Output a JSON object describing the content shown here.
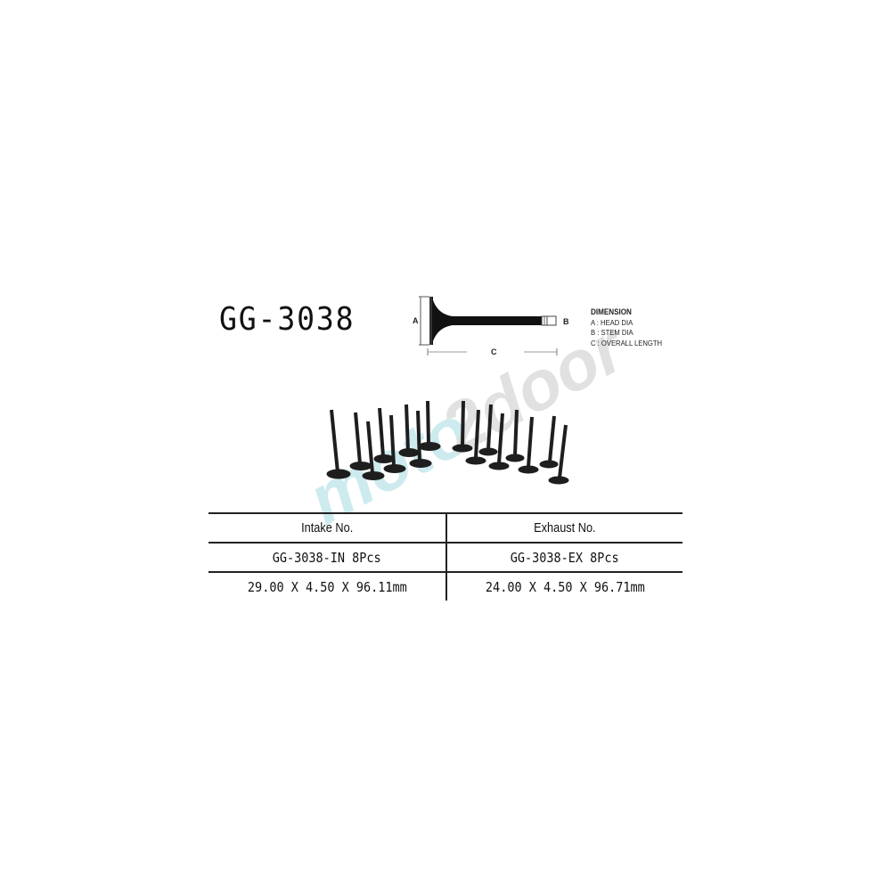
{
  "part_number": "GG-3038",
  "diagram": {
    "labels": {
      "a": "A",
      "b": "B",
      "c": "C"
    }
  },
  "dimension_legend": {
    "title": "DIMENSION",
    "items": [
      "A : HEAD DIA",
      "B : STEM DIA",
      "C : OVERALL LENGTH"
    ]
  },
  "photo": {
    "description": "valve-set-photo",
    "valve_count": 16
  },
  "watermark": {
    "text": "moto2door",
    "colors": {
      "moto": "#bfe6ea",
      "door": "#d8d8d8"
    }
  },
  "table": {
    "headers": [
      "Intake No.",
      "Exhaust No."
    ],
    "rows": [
      [
        "GG-3038-IN 8Pcs",
        "GG-3038-EX 8Pcs"
      ],
      [
        "29.00 X 4.50 X 96.11mm",
        "24.00 X 4.50 X 96.71mm"
      ]
    ]
  }
}
